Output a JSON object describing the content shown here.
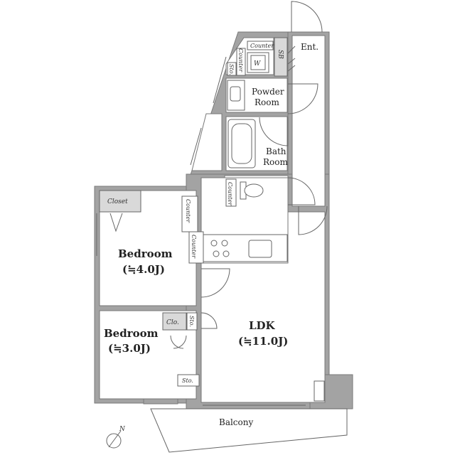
{
  "labels": {
    "ent": "Ent.",
    "sb": "SB",
    "counter_top": "Counter",
    "counter_v1": "Counter",
    "sto_top": "Sto.",
    "w": "W",
    "powder_1": "Powder",
    "powder_2": "Room",
    "bath_1": "Bath",
    "bath_2": "Room",
    "counter_toilet": "Counter",
    "closet": "Closet",
    "counter_v2": "Counter",
    "counter_kitchen": "Counter",
    "bedroom1_name": "Bedroom",
    "bedroom1_size": "(≒4.0J)",
    "bedroom2_name": "Bedroom",
    "bedroom2_size": "(≒3.0J)",
    "clo": "Clo.",
    "sto_mid": "Sto.",
    "sto_bottom": "Sto.",
    "ldk_name": "LDK",
    "ldk_size": "(≒11.0J)",
    "balcony": "Balcony",
    "compass_n": "N"
  },
  "colors": {
    "wall": "#a3a3a3",
    "background": "#ffffff"
  }
}
